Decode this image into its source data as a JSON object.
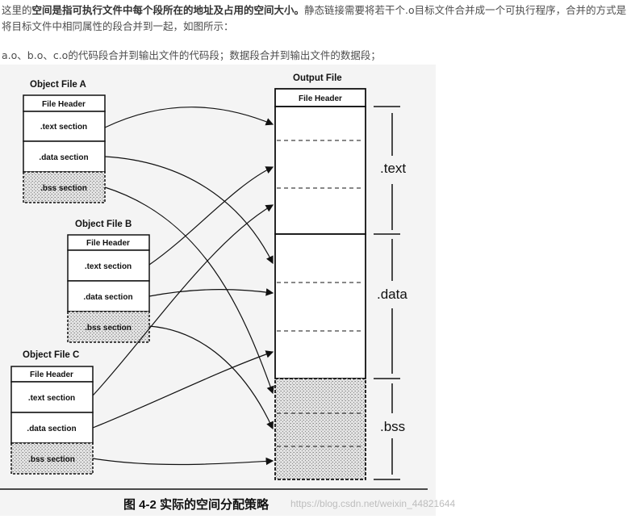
{
  "intro": {
    "prefix": "这里的",
    "bold": "空间是指可执行文件中每个段所在的地址及占用的空间大小。",
    "rest": "静态链接需要将若干个.o目标文件合并成一个可执行程序，合并的方式是将目标文件中相同属性的段合并到一起，如图所示："
  },
  "note": "a.o、b.o、c.o的代码段合并到输出文件的代码段；数据段合并到输出文件的数据段；",
  "figure": {
    "object_files": [
      {
        "title": "Object File A",
        "header": "File Header",
        "text": ".text section",
        "data": ".data section",
        "bss": ".bss section"
      },
      {
        "title": "Object File B",
        "header": "File Header",
        "text": ".text section",
        "data": ".data section",
        "bss": ".bss section"
      },
      {
        "title": "Object File C",
        "header": "File Header",
        "text": ".text section",
        "data": ".data section",
        "bss": ".bss section"
      }
    ],
    "output": {
      "title": "Output File",
      "header": "File Header"
    },
    "segments": {
      "text": ".text",
      "data": ".data",
      "bss": ".bss"
    },
    "caption": "图 4-2   实际的空间分配策略",
    "watermark": "https://blog.csdn.net/weixin_44821644"
  },
  "colors": {
    "ink": "#111111",
    "page_bg": "#ffffff",
    "figure_bg": "#f4f4f4",
    "hatch": "#9a9a9a"
  }
}
